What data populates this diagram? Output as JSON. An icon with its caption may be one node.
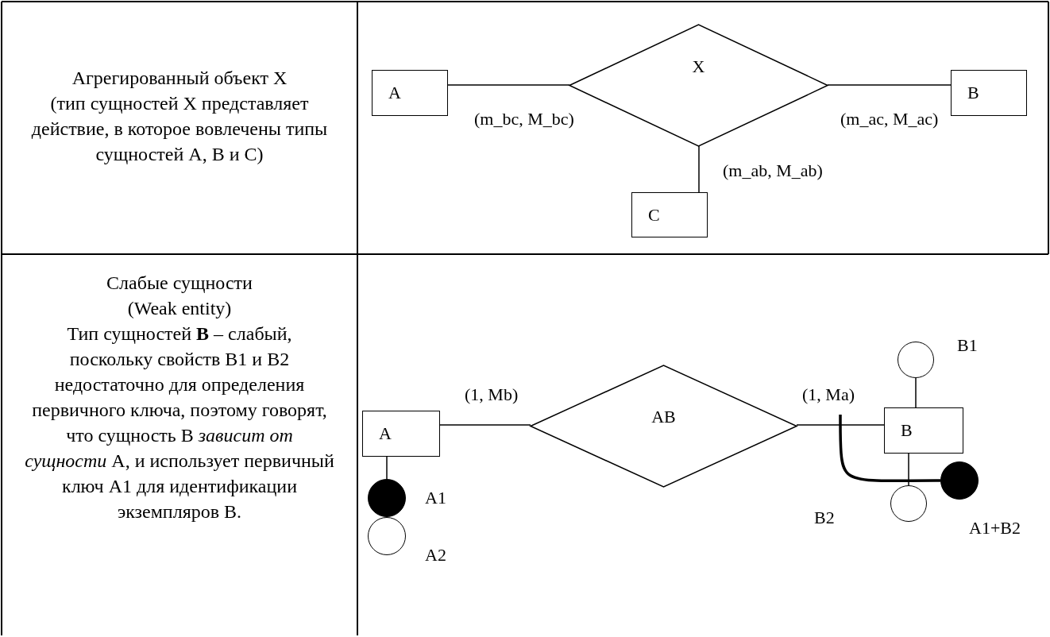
{
  "diagram": {
    "nodes": [
      {
        "text": [
          "A"
        ]
      },
      {
        "text": [
          "X"
        ]
      },
      {
        "text": [
          "B"
        ]
      },
      {
        "text": [
          "C"
        ]
      },
      {
        "text": [
          "A"
        ]
      },
      {
        "text": [
          "AB"
        ]
      },
      {
        "text": [
          "B"
        ]
      },
      {
        "text": [],
        "shape": "disc",
        "beside": [
          "A1"
        ]
      },
      {
        "text": [],
        "shape": "circle",
        "beside": [
          "A2"
        ]
      },
      {
        "text": [],
        "shape": "circle",
        "beside": [
          "B1"
        ]
      },
      {
        "text": [],
        "shape": "circle"
      },
      {
        "text": [],
        "shape": "disc",
        "beside": [
          "A1+B2"
        ]
      }
    ],
    "edges": [
      {
        "from": 0,
        "to": 1,
        "arrow": "none",
        "label": "(m_bc, M_bc)"
      },
      {
        "from": 1,
        "to": 2,
        "arrow": "none",
        "label": "(m_ac, M_ac)"
      },
      {
        "from": 1,
        "to": 3,
        "arrow": "none",
        "label": "(m_ab, M_ab)"
      },
      {
        "from": 4,
        "to": 5,
        "arrow": "none",
        "label": "(1, Mb)"
      },
      {
        "from": 5,
        "to": 6,
        "arrow": "none",
        "label": "(1, Ma)"
      },
      {
        "from": 4,
        "to": 7,
        "arrow": "none"
      },
      {
        "from": 9,
        "to": 6,
        "arrow": "none"
      },
      {
        "from": 6,
        "to": 10,
        "arrow": "none"
      },
      {
        "from": null,
        "to": 11,
        "arrow": "none",
        "style": "thick"
      }
    ],
    "labels": [
      "Агрегированный объект X",
      "(тип сущностей X представляет действие, в которое вовлечены типы сущностей A, B и C)",
      "Слабые сущности",
      "(Weak entity)",
      "Тип сущностей **B** – слабый, поскольку свойств B1 и B2 недостаточно для определения первичного ключа, поэтому говорят, что сущность B *зависит от сущности* A, и использует первичный ключ A1 для идентификации экземпляров B.",
      "B2"
    ]
  }
}
